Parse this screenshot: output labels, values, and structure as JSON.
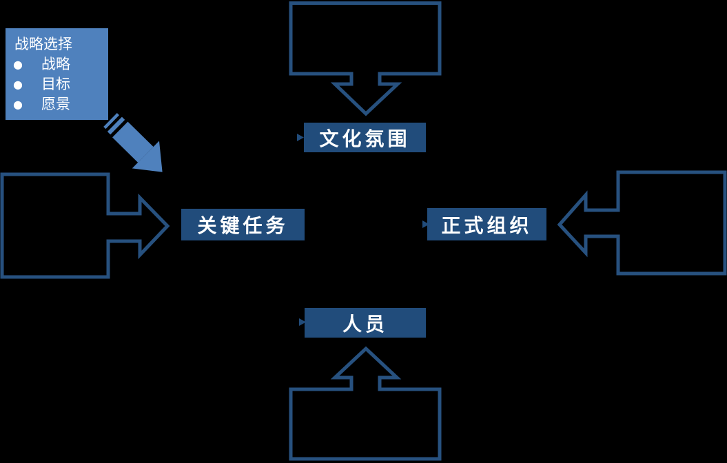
{
  "diagram": {
    "background_color": "#000000",
    "colors": {
      "accent_light": "#4F81BD",
      "node_fill": "#214C7B",
      "outline_stroke": "#27517F",
      "text": "#FFFFFF"
    },
    "strategy_panel": {
      "title": "战略选择",
      "bullet_glyph": "●",
      "items": [
        "战略",
        "目标",
        "愿景"
      ]
    },
    "nodes": {
      "culture": "文化氛围",
      "key_tasks": "关键任务",
      "formal_org": "正式组织",
      "people": "人员"
    }
  }
}
